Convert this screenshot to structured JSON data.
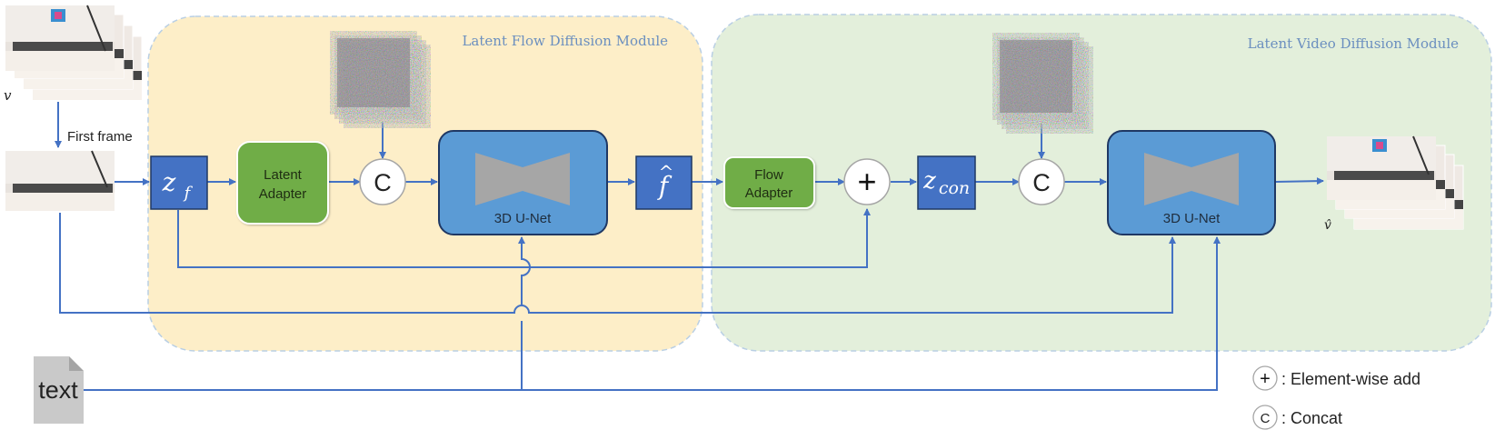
{
  "modules": {
    "flow": "Latent Flow Diffusion Module",
    "video": "Latent Video Diffusion Module"
  },
  "inputs": {
    "video_symbol": "v",
    "output_symbol": "v̂",
    "first_frame_label": "First frame",
    "text_doc": "text"
  },
  "blocks": {
    "latent_adapter": [
      "Latent",
      "Adapter"
    ],
    "flow_adapter": [
      "Flow",
      "Adapter"
    ],
    "unet1": "3D U-Net",
    "unet2": "3D U-Net",
    "z_f": "z",
    "z_f_sub": "f",
    "f_hat": "f",
    "f_hat_accent": "^",
    "z_con": "z",
    "z_con_sub": "con"
  },
  "ops": {
    "concat_symbol": "C",
    "add_symbol": "+"
  },
  "legend": {
    "add_text": ": Element-wise add",
    "concat_text": ": Concat"
  },
  "colors": {
    "flow_bg": "#fdeec8",
    "video_bg": "#e3efdb",
    "module_border": "#b9cfe4",
    "module_title": "#6b8fbf",
    "unet_fill": "#5b9bd5",
    "unet_border": "#1f3864",
    "latent_fill": "#4472c4",
    "adapter_fill": "#70ad47",
    "arrow": "#4472c4",
    "unet_shape": "#a6a6a6"
  }
}
